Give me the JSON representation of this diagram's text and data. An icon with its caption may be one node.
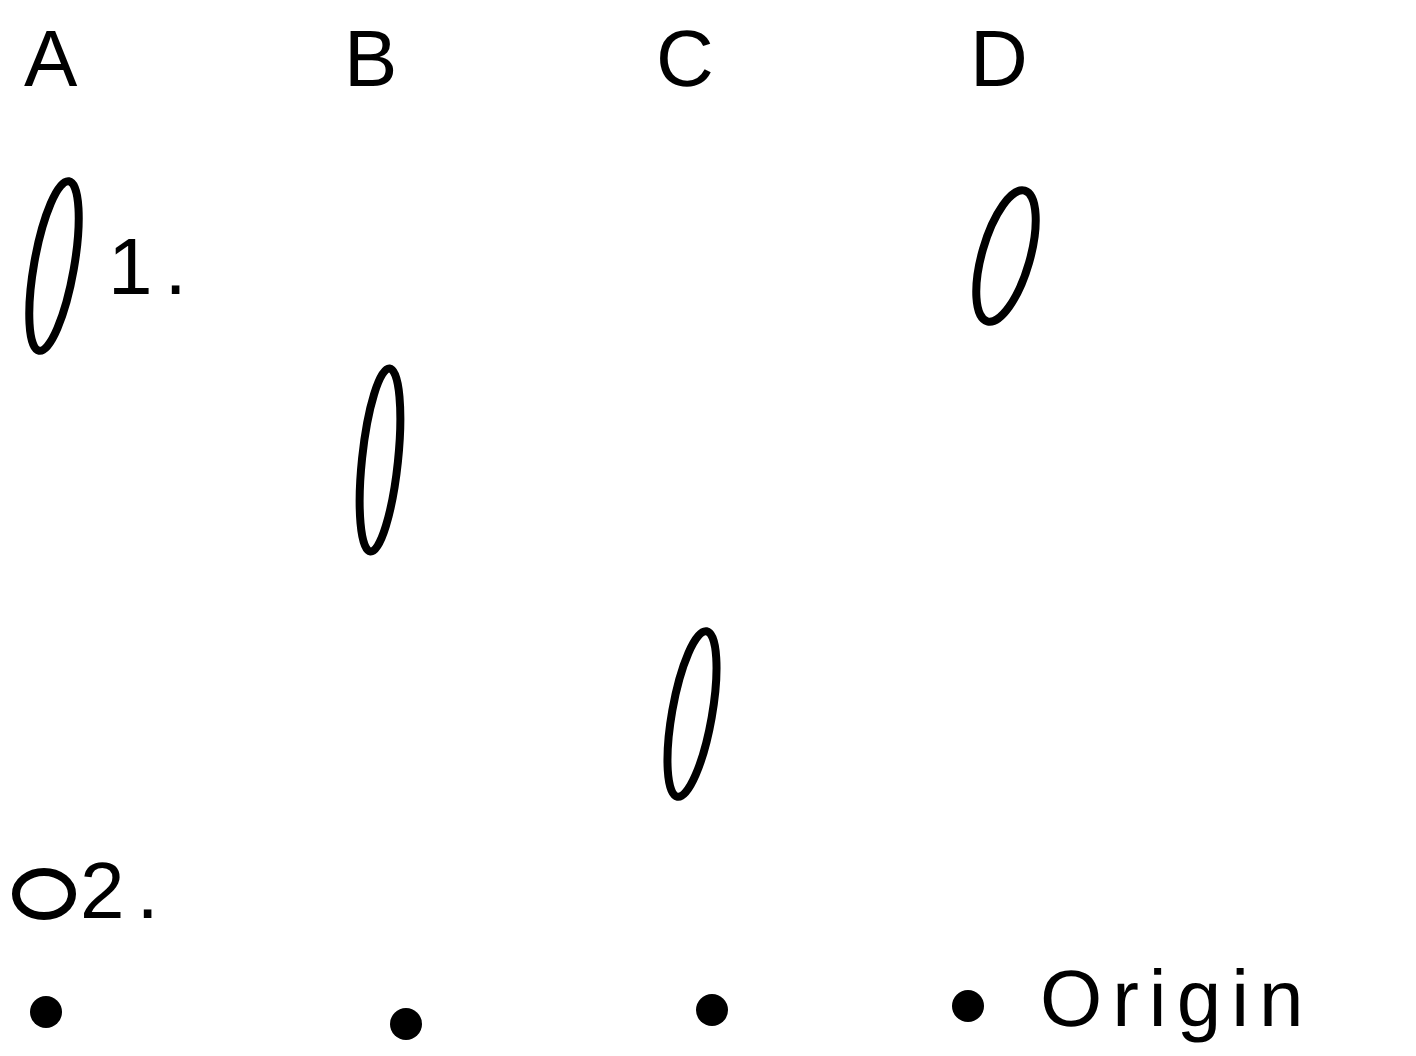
{
  "diagram": {
    "labels": [
      "A",
      "B",
      "C",
      "D",
      "1.",
      "2.",
      "Origin"
    ]
  }
}
